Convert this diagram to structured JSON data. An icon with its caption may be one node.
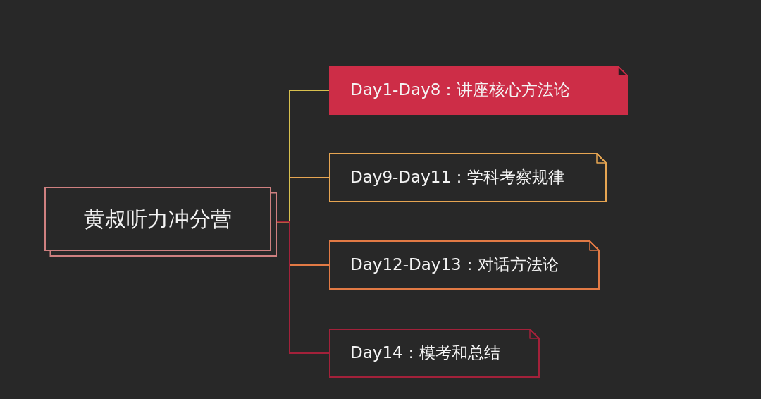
{
  "diagram": {
    "nodes": [
      {
        "text": [
          "黄叔听力冲分营"
        ]
      },
      {
        "text": [
          "Day1-Day8：讲座核心方法论"
        ]
      },
      {
        "text": [
          "Day9-Day11：学科考察规律"
        ]
      },
      {
        "text": [
          "Day12-Day13：对话方法论"
        ]
      },
      {
        "text": [
          "Day14：模考和总结"
        ]
      }
    ],
    "edges": [
      {
        "from": 0,
        "to": 1,
        "arrow": "none",
        "color": "#d8c04e"
      },
      {
        "from": 0,
        "to": 2,
        "arrow": "none",
        "color": "#e6a552"
      },
      {
        "from": 0,
        "to": 3,
        "arrow": "none",
        "color": "#e27a45"
      },
      {
        "from": 0,
        "to": 4,
        "arrow": "none",
        "color": "#a3213a"
      }
    ]
  }
}
